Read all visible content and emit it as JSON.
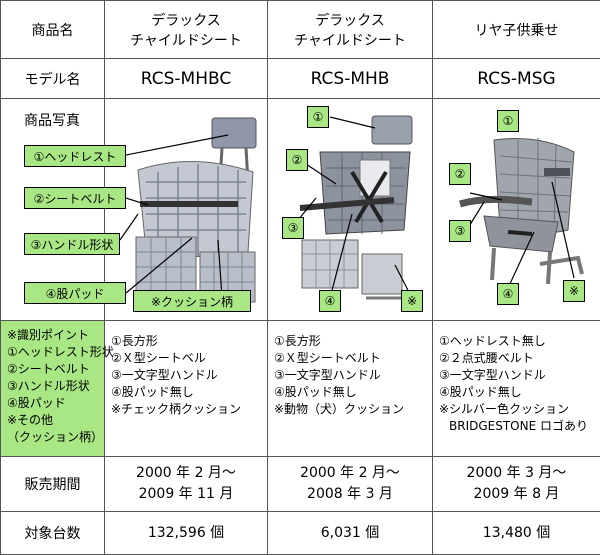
{
  "header": {
    "label": "商品名",
    "cols": [
      {
        "line1": "デラックス",
        "line2": "チャイルドシート"
      },
      {
        "line1": "デラックス",
        "line2": "チャイルドシート"
      },
      {
        "line1": "リヤ子供乗せ",
        "line2": ""
      }
    ]
  },
  "model_row": {
    "label": "モデル名",
    "values": [
      "RCS-MHBC",
      "RCS-MHB",
      "RCS-MSG"
    ]
  },
  "photo_row": {
    "label": "商品写真",
    "tags": [
      "①ヘッドレスト",
      "②シートベルト",
      "③ハンドル形状",
      "④股パッド",
      "※クッション柄"
    ],
    "col2_badges": [
      "①",
      "②",
      "③",
      "④",
      "※"
    ],
    "col3_badges": [
      "①",
      "②",
      "③",
      "④",
      "※"
    ]
  },
  "points_row": {
    "label": [
      "※識別ポイント",
      "①ヘッドレスト形状",
      "②シートベルト",
      "③ハンドル形状",
      "④股パッド",
      "※その他",
      "（クッション柄）"
    ],
    "cols": [
      [
        "①長方形",
        "②Ｘ型シートベル",
        "③一文字型ハンドル",
        "④股パッド無し",
        "※チェック柄クッション"
      ],
      [
        "①長方形",
        "②Ｘ型シートベルト",
        "③一文字型ハンドル",
        "④股パッド無し",
        "※動物（犬）クッション"
      ],
      [
        "①ヘッドレスト無し",
        "②２点式腰ベルト",
        "③一文字型ハンドル",
        "④股パッド無し",
        "※シルバー色クッション",
        "BRIDGESTONE ロゴあり"
      ]
    ]
  },
  "period_row": {
    "label": "販売期間",
    "cols": [
      {
        "from": "2000 年 2 月～",
        "to": "2009 年 11 月"
      },
      {
        "from": "2000 年 2 月～",
        "to": "2008 年 3 月"
      },
      {
        "from": "2000 年 3 月～",
        "to": "2009 年 8 月"
      }
    ]
  },
  "count_row": {
    "label": "対象台数",
    "values": [
      "132,596 個",
      "6,031 個",
      "13,480 個"
    ]
  },
  "colors": {
    "tag_green": "#a9e684",
    "border": "#555555"
  }
}
